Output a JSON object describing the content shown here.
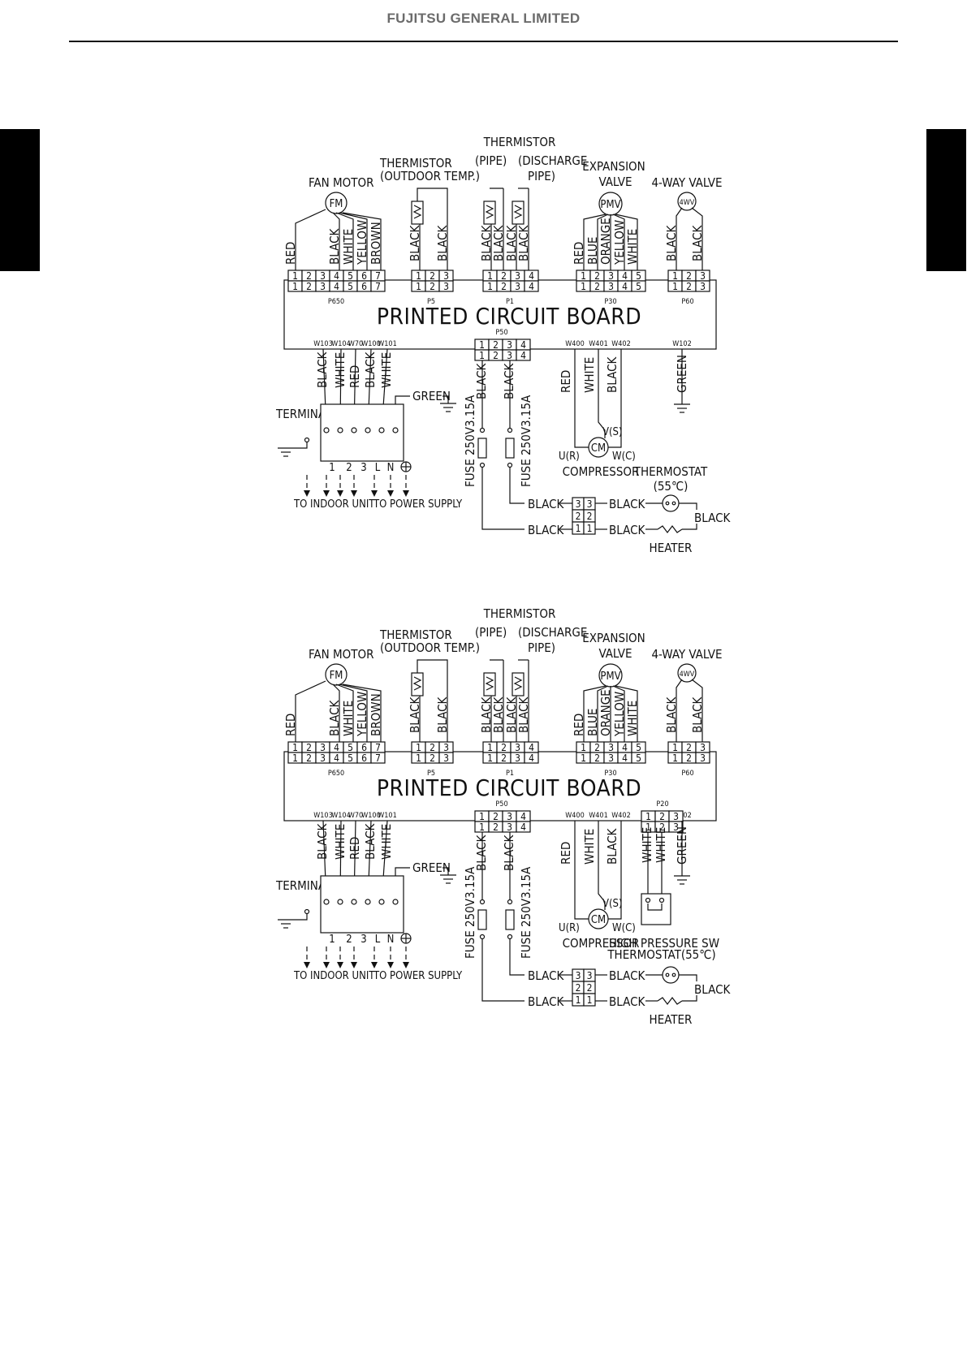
{
  "header": {
    "title": "FUJITSU GENERAL LIMITED"
  },
  "diagram1": {
    "pcb": "PRINTED CIRCUIT BOARD",
    "fan_motor": "FAN MOTOR",
    "fan_symbol": "FM",
    "thermistor_outdoor": [
      "THERMISTOR",
      "(OUTDOOR TEMP.)"
    ],
    "thermistor_title": "THERMISTOR",
    "thermistor_pipe": "(PIPE)",
    "thermistor_discharge": [
      "(DISCHARGE",
      "PIPE)"
    ],
    "expansion_valve": [
      "EXPANSION",
      "VALVE"
    ],
    "pmv_symbol": "PMV",
    "four_way_valve": "4-WAY VALVE",
    "four_way_symbol": "4WV",
    "fan_wires": [
      "RED",
      "BLACK",
      "WHITE",
      "YELLOW",
      "BROWN"
    ],
    "p5_wires": [
      "BLACK",
      "BLACK"
    ],
    "p1_wires": [
      "BLACK",
      "BLACK",
      "BLACK",
      "BLACK"
    ],
    "p30_wires": [
      "RED",
      "BLUE",
      "ORANGE",
      "YELLOW",
      "WHITE"
    ],
    "p60_wires": [
      "BLACK",
      "BLACK"
    ],
    "connectors": {
      "p650": "P650",
      "p5": "P5",
      "p1": "P1",
      "p30": "P30",
      "p60": "P60",
      "p50": "P50"
    },
    "pins_p650": [
      "1",
      "2",
      "3",
      "4",
      "5",
      "6",
      "7"
    ],
    "pins_p5": [
      "1",
      "2",
      "3"
    ],
    "pins_p1": [
      "1",
      "2",
      "3",
      "4"
    ],
    "pins_p30": [
      "1",
      "2",
      "3",
      "4",
      "5"
    ],
    "pins_p60": [
      "1",
      "2",
      "3"
    ],
    "pins_p50": [
      "1",
      "2",
      "3",
      "4"
    ],
    "w_labels_left": [
      "W103",
      "W104",
      "W70",
      "W100",
      "W101"
    ],
    "w_labels_comp": [
      "W400",
      "W401",
      "W402"
    ],
    "w_label_ground": "W102",
    "terminal_wires": [
      "BLACK",
      "WHITE",
      "RED",
      "BLACK",
      "WHITE"
    ],
    "green": "GREEN",
    "terminal": "TERMINAL",
    "terminal_pins": [
      "1",
      "2",
      "3",
      "L",
      "N"
    ],
    "to_indoor": "TO INDOOR UNIT",
    "to_power": "TO POWER SUPPLY",
    "p50_wires": [
      "BLACK",
      "BLACK"
    ],
    "fuse": "FUSE 250V3.15A",
    "comp_wires": [
      "RED",
      "WHITE",
      "BLACK"
    ],
    "ground_wire": "GREEN",
    "comp_symbol": "CM",
    "comp_u": "U(R)",
    "comp_v": "V(S)",
    "comp_w": "W(C)",
    "compressor": "COMPRESSOR",
    "thermostat": "THERMOSTAT",
    "thermostat_temp": "(55℃)",
    "black": "BLACK",
    "heater": "HEATER",
    "relay_pins": [
      "3",
      "3",
      "2",
      "2",
      "1",
      "1"
    ]
  },
  "diagram2": {
    "pcb": "PRINTED CIRCUIT BOARD",
    "fan_motor": "FAN MOTOR",
    "fan_symbol": "FM",
    "thermistor_outdoor": [
      "THERMISTOR",
      "(OUTDOOR TEMP.)"
    ],
    "thermistor_title": "THERMISTOR",
    "thermistor_pipe": "(PIPE)",
    "thermistor_discharge": [
      "(DISCHARGE",
      "PIPE)"
    ],
    "expansion_valve": [
      "EXPANSION",
      "VALVE"
    ],
    "pmv_symbol": "PMV",
    "four_way_valve": "4-WAY VALVE",
    "four_way_symbol": "4WV",
    "fan_wires": [
      "RED",
      "BLACK",
      "WHITE",
      "YELLOW",
      "BROWN"
    ],
    "p5_wires": [
      "BLACK",
      "BLACK"
    ],
    "p1_wires": [
      "BLACK",
      "BLACK",
      "BLACK",
      "BLACK"
    ],
    "p30_wires": [
      "RED",
      "BLUE",
      "ORANGE",
      "YELLOW",
      "WHITE"
    ],
    "p60_wires": [
      "BLACK",
      "BLACK"
    ],
    "connectors": {
      "p650": "P650",
      "p5": "P5",
      "p1": "P1",
      "p30": "P30",
      "p60": "P60",
      "p50": "P50",
      "p20": "P20"
    },
    "pins_p650": [
      "1",
      "2",
      "3",
      "4",
      "5",
      "6",
      "7"
    ],
    "pins_p5": [
      "1",
      "2",
      "3"
    ],
    "pins_p1": [
      "1",
      "2",
      "3",
      "4"
    ],
    "pins_p30": [
      "1",
      "2",
      "3",
      "4",
      "5"
    ],
    "pins_p60": [
      "1",
      "2",
      "3"
    ],
    "pins_p50": [
      "1",
      "2",
      "3",
      "4"
    ],
    "pins_p20": [
      "1",
      "2",
      "3"
    ],
    "w_labels_left": [
      "W103",
      "W104",
      "W70",
      "W100",
      "W101"
    ],
    "w_labels_comp": [
      "W400",
      "W401",
      "W402"
    ],
    "w_label_ground": "W102",
    "terminal_wires": [
      "BLACK",
      "WHITE",
      "RED",
      "BLACK",
      "WHITE"
    ],
    "green": "GREEN",
    "terminal": "TERMINAL",
    "terminal_pins": [
      "1",
      "2",
      "3",
      "L",
      "N"
    ],
    "to_indoor": "TO INDOOR UNIT",
    "to_power": "TO POWER SUPPLY",
    "p50_wires": [
      "BLACK",
      "BLACK"
    ],
    "fuse": "FUSE 250V3.15A",
    "comp_wires": [
      "RED",
      "WHITE",
      "BLACK"
    ],
    "p20_wires": [
      "WHITE",
      "WHITE"
    ],
    "ground_wire": "GREEN",
    "comp_symbol": "CM",
    "comp_u": "U(R)",
    "comp_v": "V(S)",
    "comp_w": "W(C)",
    "compressor": "COMPRESSOR",
    "high_pressure": "HIGH PRESSURE SW",
    "thermostat": "THERMOSTAT(55℃)",
    "black": "BLACK",
    "heater": "HEATER",
    "relay_pins": [
      "3",
      "3",
      "2",
      "2",
      "1",
      "1"
    ]
  }
}
